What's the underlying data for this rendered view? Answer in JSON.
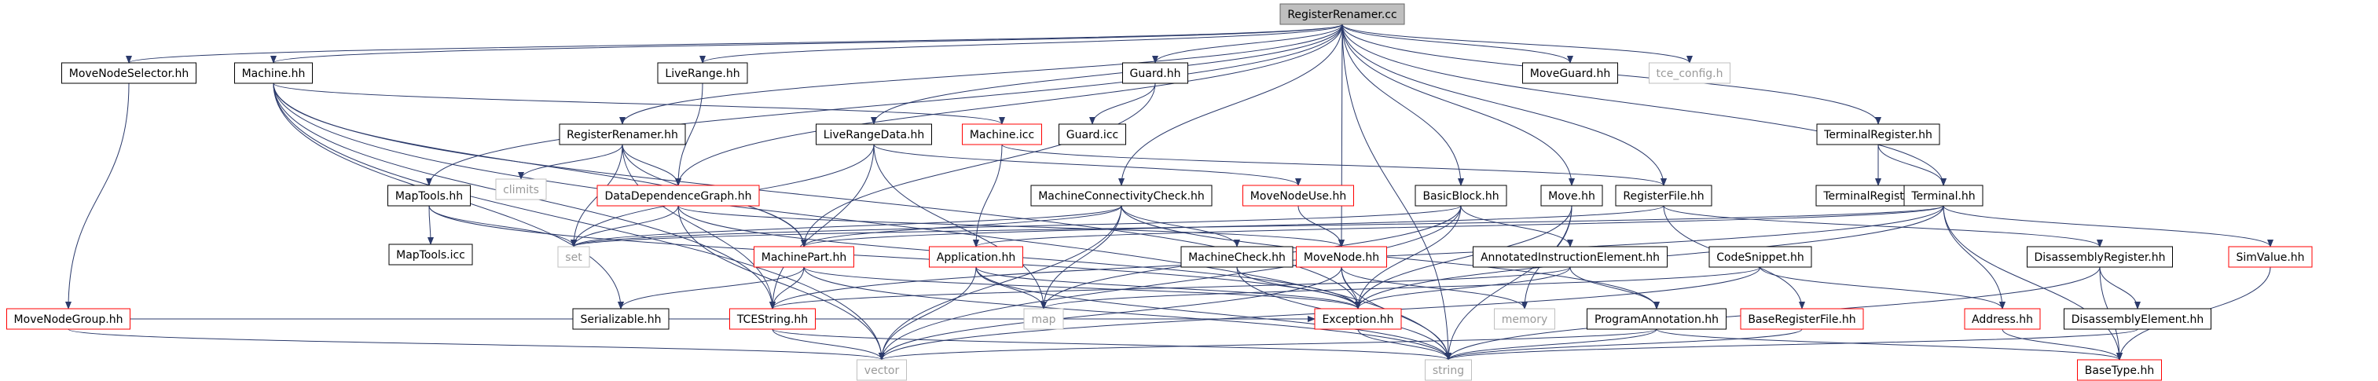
{
  "diagram": {
    "nodes": [
      {
        "id": "n0",
        "label": "RegisterRenamer.cc",
        "style": "root"
      },
      {
        "id": "n1",
        "label": "MoveNodeSelector.hh",
        "style": "black"
      },
      {
        "id": "n2",
        "label": "Machine.hh",
        "style": "black"
      },
      {
        "id": "n3",
        "label": "LiveRange.hh",
        "style": "black"
      },
      {
        "id": "n4",
        "label": "Guard.hh",
        "style": "black"
      },
      {
        "id": "n5",
        "label": "MoveGuard.hh",
        "style": "black"
      },
      {
        "id": "n6",
        "label": "tce_config.h",
        "style": "missing"
      },
      {
        "id": "n7",
        "label": "RegisterRenamer.hh",
        "style": "black"
      },
      {
        "id": "n8",
        "label": "Machine.icc",
        "style": "red"
      },
      {
        "id": "n9",
        "label": "LiveRangeData.hh",
        "style": "black"
      },
      {
        "id": "n10",
        "label": "Guard.icc",
        "style": "black"
      },
      {
        "id": "n11",
        "label": "TerminalRegister.hh",
        "style": "black"
      },
      {
        "id": "n12",
        "label": "climits",
        "style": "missing"
      },
      {
        "id": "n13",
        "label": "MapTools.hh",
        "style": "black"
      },
      {
        "id": "n14",
        "label": "DataDependenceGraph.hh",
        "style": "red"
      },
      {
        "id": "n15",
        "label": "MachineConnectivityCheck.hh",
        "style": "black"
      },
      {
        "id": "n16",
        "label": "MoveNodeUse.hh",
        "style": "red"
      },
      {
        "id": "n17",
        "label": "BasicBlock.hh",
        "style": "black"
      },
      {
        "id": "n18",
        "label": "Move.hh",
        "style": "black"
      },
      {
        "id": "n19",
        "label": "RegisterFile.hh",
        "style": "black"
      },
      {
        "id": "n20",
        "label": "TerminalRegister.icc",
        "style": "black"
      },
      {
        "id": "n21",
        "label": "Terminal.hh",
        "style": "black"
      },
      {
        "id": "n22",
        "label": "MapTools.icc",
        "style": "black"
      },
      {
        "id": "n23",
        "label": "set",
        "style": "missing"
      },
      {
        "id": "n24",
        "label": "MachinePart.hh",
        "style": "red"
      },
      {
        "id": "n25",
        "label": "Application.hh",
        "style": "red"
      },
      {
        "id": "n26",
        "label": "MachineCheck.hh",
        "style": "black"
      },
      {
        "id": "n27",
        "label": "MoveNode.hh",
        "style": "red"
      },
      {
        "id": "n28",
        "label": "AnnotatedInstructionElement.hh",
        "style": "black"
      },
      {
        "id": "n29",
        "label": "CodeSnippet.hh",
        "style": "black"
      },
      {
        "id": "n30",
        "label": "DisassemblyRegister.hh",
        "style": "black"
      },
      {
        "id": "n31",
        "label": "SimValue.hh",
        "style": "red"
      },
      {
        "id": "n32",
        "label": "MoveNodeGroup.hh",
        "style": "red"
      },
      {
        "id": "n33",
        "label": "Serializable.hh",
        "style": "black"
      },
      {
        "id": "n34",
        "label": "TCEString.hh",
        "style": "red"
      },
      {
        "id": "n35",
        "label": "map",
        "style": "missing"
      },
      {
        "id": "n36",
        "label": "Exception.hh",
        "style": "red"
      },
      {
        "id": "n37",
        "label": "memory",
        "style": "missing"
      },
      {
        "id": "n38",
        "label": "ProgramAnnotation.hh",
        "style": "black"
      },
      {
        "id": "n39",
        "label": "BaseRegisterFile.hh",
        "style": "red"
      },
      {
        "id": "n40",
        "label": "Address.hh",
        "style": "red"
      },
      {
        "id": "n41",
        "label": "DisassemblyElement.hh",
        "style": "black"
      },
      {
        "id": "n42",
        "label": "vector",
        "style": "missing"
      },
      {
        "id": "n43",
        "label": "string",
        "style": "missing"
      },
      {
        "id": "n44",
        "label": "BaseType.hh",
        "style": "red"
      }
    ],
    "edges": [
      [
        "n0",
        "n1"
      ],
      [
        "n0",
        "n2"
      ],
      [
        "n0",
        "n3"
      ],
      [
        "n0",
        "n4"
      ],
      [
        "n0",
        "n5"
      ],
      [
        "n0",
        "n6"
      ],
      [
        "n0",
        "n7"
      ],
      [
        "n0",
        "n9"
      ],
      [
        "n0",
        "n11"
      ],
      [
        "n0",
        "n13"
      ],
      [
        "n0",
        "n14"
      ],
      [
        "n0",
        "n15"
      ],
      [
        "n0",
        "n17"
      ],
      [
        "n0",
        "n18"
      ],
      [
        "n0",
        "n19"
      ],
      [
        "n0",
        "n21"
      ],
      [
        "n0",
        "n27"
      ],
      [
        "n0",
        "n43"
      ],
      [
        "n1",
        "n32"
      ],
      [
        "n2",
        "n8"
      ],
      [
        "n2",
        "n33"
      ],
      [
        "n2",
        "n34"
      ],
      [
        "n2",
        "n36"
      ],
      [
        "n2",
        "n42"
      ],
      [
        "n2",
        "n43"
      ],
      [
        "n2",
        "n24"
      ],
      [
        "n3",
        "n14"
      ],
      [
        "n4",
        "n10"
      ],
      [
        "n4",
        "n24"
      ],
      [
        "n7",
        "n12"
      ],
      [
        "n7",
        "n14"
      ],
      [
        "n7",
        "n23"
      ],
      [
        "n7",
        "n24"
      ],
      [
        "n7",
        "n34"
      ],
      [
        "n8",
        "n19"
      ],
      [
        "n8",
        "n25"
      ],
      [
        "n9",
        "n16"
      ],
      [
        "n9",
        "n23"
      ],
      [
        "n9",
        "n35"
      ],
      [
        "n9",
        "n34"
      ],
      [
        "n11",
        "n20"
      ],
      [
        "n11",
        "n21"
      ],
      [
        "n13",
        "n22"
      ],
      [
        "n13",
        "n23"
      ],
      [
        "n13",
        "n36"
      ],
      [
        "n14",
        "n23"
      ],
      [
        "n14",
        "n27"
      ],
      [
        "n14",
        "n42"
      ],
      [
        "n14",
        "n36"
      ],
      [
        "n15",
        "n23"
      ],
      [
        "n15",
        "n24"
      ],
      [
        "n15",
        "n26"
      ],
      [
        "n15",
        "n35"
      ],
      [
        "n15",
        "n42"
      ],
      [
        "n15",
        "n38"
      ],
      [
        "n16",
        "n27"
      ],
      [
        "n17",
        "n23"
      ],
      [
        "n17",
        "n28"
      ],
      [
        "n17",
        "n36"
      ],
      [
        "n17",
        "n35"
      ],
      [
        "n17",
        "n42"
      ],
      [
        "n18",
        "n36"
      ],
      [
        "n18",
        "n37"
      ],
      [
        "n18",
        "n43"
      ],
      [
        "n19",
        "n24"
      ],
      [
        "n19",
        "n30"
      ],
      [
        "n19",
        "n39"
      ],
      [
        "n21",
        "n23"
      ],
      [
        "n21",
        "n25"
      ],
      [
        "n21",
        "n31"
      ],
      [
        "n21",
        "n40"
      ],
      [
        "n21",
        "n36"
      ],
      [
        "n21",
        "n44"
      ],
      [
        "n21",
        "n34"
      ],
      [
        "n24",
        "n33"
      ],
      [
        "n24",
        "n34"
      ],
      [
        "n24",
        "n36"
      ],
      [
        "n24",
        "n43"
      ],
      [
        "n25",
        "n35"
      ],
      [
        "n25",
        "n36"
      ],
      [
        "n25",
        "n42"
      ],
      [
        "n25",
        "n43"
      ],
      [
        "n26",
        "n36"
      ],
      [
        "n26",
        "n43"
      ],
      [
        "n27",
        "n36"
      ],
      [
        "n27",
        "n43"
      ],
      [
        "n27",
        "n42"
      ],
      [
        "n27",
        "n37"
      ],
      [
        "n28",
        "n36"
      ],
      [
        "n28",
        "n38"
      ],
      [
        "n28",
        "n34"
      ],
      [
        "n29",
        "n40"
      ],
      [
        "n29",
        "n35"
      ],
      [
        "n29",
        "n42"
      ],
      [
        "n30",
        "n41"
      ],
      [
        "n30",
        "n44"
      ],
      [
        "n30",
        "n43"
      ],
      [
        "n31",
        "n44"
      ],
      [
        "n32",
        "n36"
      ],
      [
        "n32",
        "n42"
      ],
      [
        "n34",
        "n42"
      ],
      [
        "n34",
        "n43"
      ],
      [
        "n36",
        "n43"
      ],
      [
        "n38",
        "n42"
      ],
      [
        "n38",
        "n43"
      ],
      [
        "n38",
        "n44"
      ],
      [
        "n39",
        "n43"
      ],
      [
        "n40",
        "n44"
      ],
      [
        "n41",
        "n43"
      ]
    ]
  }
}
